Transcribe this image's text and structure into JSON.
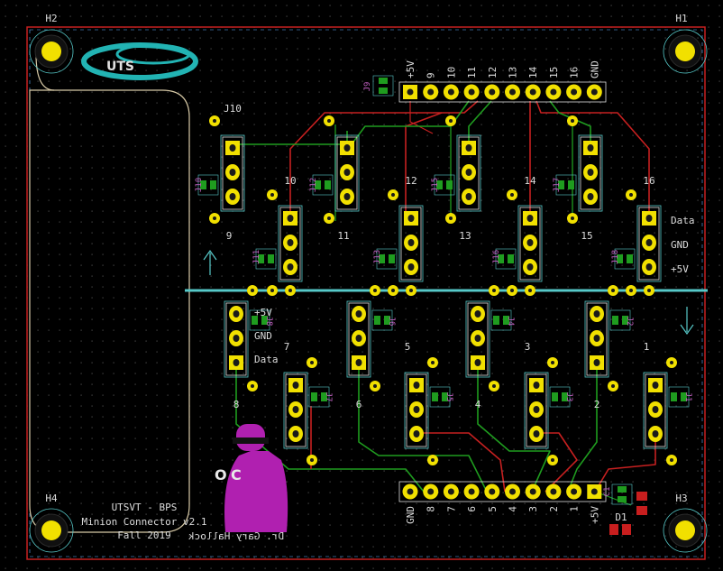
{
  "mount_holes": [
    "H2",
    "H1",
    "H4",
    "H3"
  ],
  "logo": {
    "text": "UTS"
  },
  "top_connector": {
    "ref": "J9",
    "pins": [
      "+5V",
      "9",
      "10",
      "11",
      "12",
      "13",
      "14",
      "15",
      "16",
      "GND"
    ]
  },
  "bottom_connector": {
    "pins": [
      "GND",
      "8",
      "7",
      "6",
      "5",
      "4",
      "3",
      "2",
      "1",
      "+5V"
    ]
  },
  "top_row": {
    "header_ref": "J10",
    "upper": [
      {
        "ref": "J10",
        "label": "9"
      },
      {
        "ref": "J12",
        "label": "11"
      },
      {
        "ref": "J15",
        "label": "13"
      },
      {
        "ref": "J17",
        "label": "15"
      }
    ],
    "lower": [
      {
        "ref": "J11",
        "label": "10"
      },
      {
        "ref": "J13",
        "label": "12"
      },
      {
        "ref": "J16",
        "label": "14"
      },
      {
        "ref": "J18",
        "label": "16"
      }
    ],
    "signal_labels": [
      "Data",
      "GND",
      "+5V"
    ]
  },
  "bottom_row": {
    "upper": [
      {
        "ref": "J8",
        "label": "8"
      },
      {
        "ref": "J6",
        "label": "6"
      },
      {
        "ref": "J4",
        "label": "4"
      },
      {
        "ref": "J2",
        "label": "2"
      }
    ],
    "lower": [
      {
        "ref": "J7",
        "label": "7"
      },
      {
        "ref": "J5",
        "label": "5"
      },
      {
        "ref": "J3",
        "label": "3"
      },
      {
        "ref": "J1",
        "label": "1"
      }
    ],
    "signal_labels": [
      "+5V",
      "GND",
      "Data"
    ]
  },
  "board_text": {
    "line1": "UTSVT - BPS",
    "line2": "Minion Connector v2.1",
    "line3": "Fall 2019"
  },
  "mirrored_text": "Dr. Gary Hallock",
  "cap_refs": {
    "top": "C1",
    "bottom": "C1"
  },
  "led_refs": [
    "D1"
  ],
  "colors": {
    "background": "#000000",
    "edge_cuts": "#d7c9a6",
    "silkscreen": "#dcdcdc",
    "courtyard": "#56c9c9",
    "trace_top": "#c62020",
    "trace_bottom": "#1f9c1f",
    "pad": "#f1e000",
    "smd_pad": "#c81e1e",
    "fab": "#c060c0"
  }
}
